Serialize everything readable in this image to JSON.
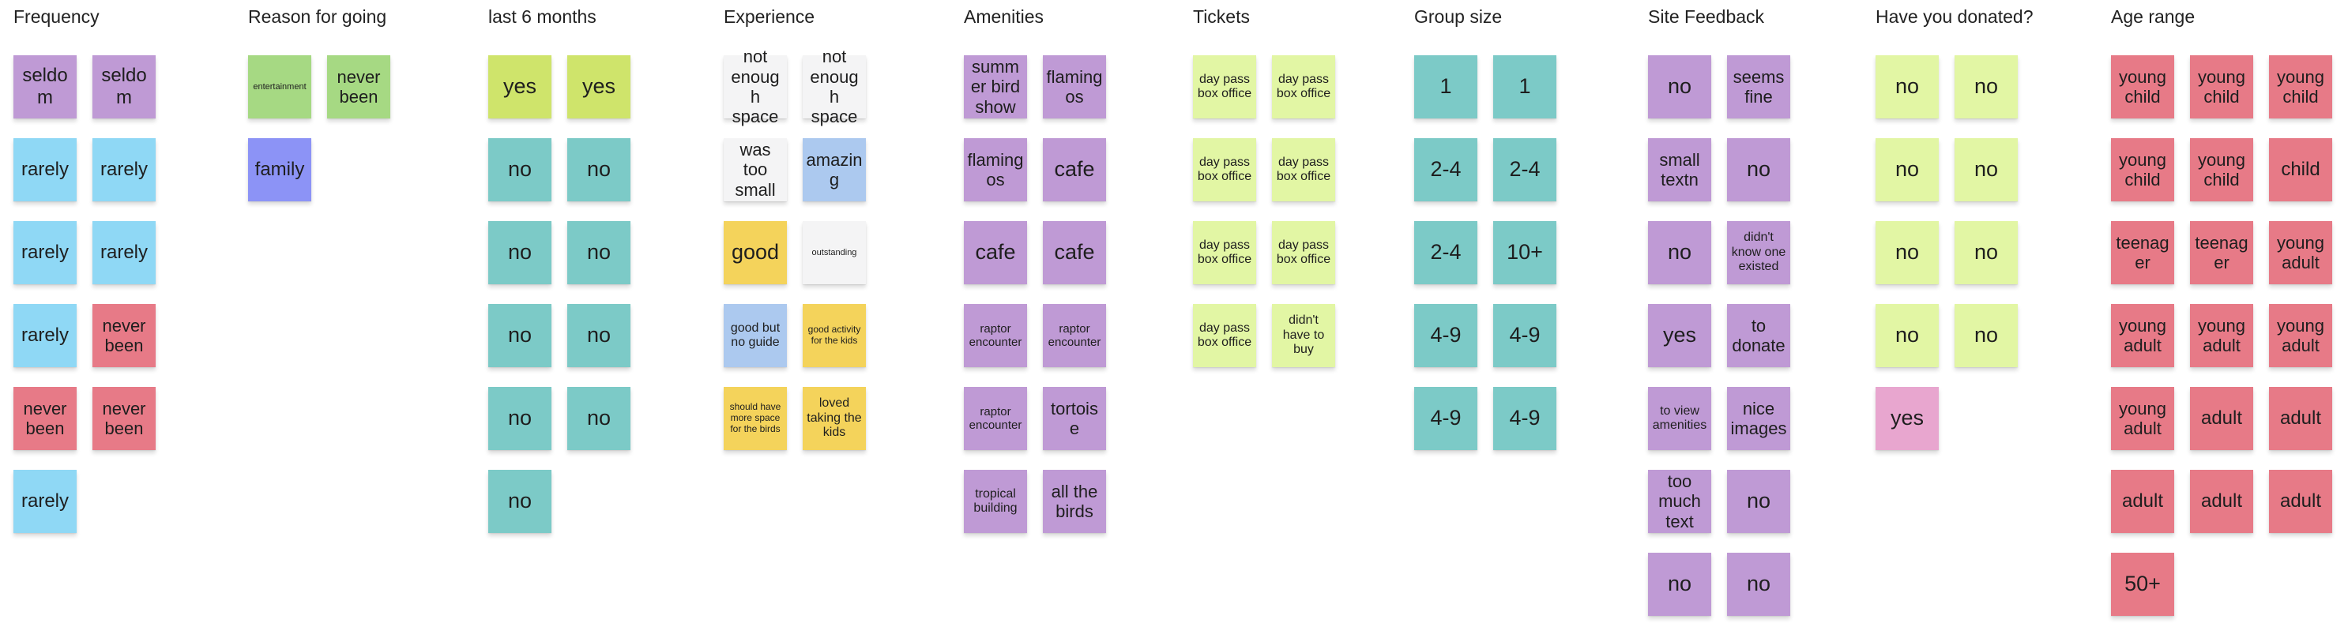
{
  "board": {
    "columns": [
      {
        "header": "Frequency",
        "notes": [
          {
            "text": "seldom",
            "color": "purple"
          },
          {
            "text": "seldom",
            "color": "purple"
          },
          {
            "text": "rarely",
            "color": "blue"
          },
          {
            "text": "rarely",
            "color": "blue"
          },
          {
            "text": "rarely",
            "color": "blue"
          },
          {
            "text": "rarely",
            "color": "blue"
          },
          {
            "text": "rarely",
            "color": "blue"
          },
          {
            "text": "never been",
            "color": "red"
          },
          {
            "text": "never been",
            "color": "red"
          },
          {
            "text": "never been",
            "color": "red"
          },
          {
            "text": "rarely",
            "color": "blue"
          }
        ]
      },
      {
        "header": "Reason for going",
        "notes": [
          {
            "text": "entertainment",
            "color": "green"
          },
          {
            "text": "never been",
            "color": "green"
          },
          {
            "text": "family",
            "color": "indigo"
          }
        ]
      },
      {
        "header": "last 6 months",
        "notes": [
          {
            "text": "yes",
            "color": "lime"
          },
          {
            "text": "yes",
            "color": "lime"
          },
          {
            "text": "no",
            "color": "teal"
          },
          {
            "text": "no",
            "color": "teal"
          },
          {
            "text": "no",
            "color": "teal"
          },
          {
            "text": "no",
            "color": "teal"
          },
          {
            "text": "no",
            "color": "teal"
          },
          {
            "text": "no",
            "color": "teal"
          },
          {
            "text": "no",
            "color": "teal"
          },
          {
            "text": "no",
            "color": "teal"
          },
          {
            "text": "no",
            "color": "teal"
          }
        ]
      },
      {
        "header": "Experience",
        "notes": [
          {
            "text": "not enough space",
            "color": "white"
          },
          {
            "text": "not enough space",
            "color": "white"
          },
          {
            "text": "was too small",
            "color": "white"
          },
          {
            "text": "amazing",
            "color": "lblue"
          },
          {
            "text": "good",
            "color": "yellow"
          },
          {
            "text": "outstanding",
            "color": "white"
          },
          {
            "text": "good but no guide",
            "color": "lblue"
          },
          {
            "text": "good activity for the kids",
            "color": "yellow"
          },
          {
            "text": "should have more space for the birds",
            "color": "yellow"
          },
          {
            "text": "loved taking the kids",
            "color": "yellow"
          }
        ]
      },
      {
        "header": "Amenities",
        "notes": [
          {
            "text": "summer bird show",
            "color": "purple"
          },
          {
            "text": "flamingos",
            "color": "purple"
          },
          {
            "text": "flamingos",
            "color": "purple"
          },
          {
            "text": "cafe",
            "color": "purple"
          },
          {
            "text": "cafe",
            "color": "purple"
          },
          {
            "text": "cafe",
            "color": "purple"
          },
          {
            "text": "raptor encounter",
            "color": "purple"
          },
          {
            "text": "raptor encounter",
            "color": "purple"
          },
          {
            "text": "raptor encounter",
            "color": "purple"
          },
          {
            "text": "tortoise",
            "color": "purple"
          },
          {
            "text": "tropical building",
            "color": "purple"
          },
          {
            "text": "all the birds",
            "color": "purple"
          }
        ]
      },
      {
        "header": "Tickets",
        "notes": [
          {
            "text": "day pass box office",
            "color": "lgreen"
          },
          {
            "text": "day pass box office",
            "color": "lgreen"
          },
          {
            "text": "day pass box office",
            "color": "lgreen"
          },
          {
            "text": "day pass box office",
            "color": "lgreen"
          },
          {
            "text": "day pass box office",
            "color": "lgreen"
          },
          {
            "text": "day pass box office",
            "color": "lgreen"
          },
          {
            "text": "day pass box office",
            "color": "lgreen"
          },
          {
            "text": "didn't have to buy",
            "color": "lgreen"
          }
        ]
      },
      {
        "header": "Group size",
        "notes": [
          {
            "text": "1",
            "color": "teal"
          },
          {
            "text": "1",
            "color": "teal"
          },
          {
            "text": "2-4",
            "color": "teal"
          },
          {
            "text": "2-4",
            "color": "teal"
          },
          {
            "text": "2-4",
            "color": "teal"
          },
          {
            "text": "10+",
            "color": "teal"
          },
          {
            "text": "4-9",
            "color": "teal"
          },
          {
            "text": "4-9",
            "color": "teal"
          },
          {
            "text": "4-9",
            "color": "teal"
          },
          {
            "text": "4-9",
            "color": "teal"
          }
        ]
      },
      {
        "header": "Site Feedback",
        "notes": [
          {
            "text": "no",
            "color": "purple"
          },
          {
            "text": "seems fine",
            "color": "purple"
          },
          {
            "text": "small textn",
            "color": "purple"
          },
          {
            "text": "no",
            "color": "purple"
          },
          {
            "text": "no",
            "color": "purple"
          },
          {
            "text": "didn't know one existed",
            "color": "purple"
          },
          {
            "text": "yes",
            "color": "purple"
          },
          {
            "text": "to donate",
            "color": "purple"
          },
          {
            "text": "to view amenities",
            "color": "purple"
          },
          {
            "text": "nice images",
            "color": "purple"
          },
          {
            "text": "too much text",
            "color": "purple"
          },
          {
            "text": "no",
            "color": "purple"
          },
          {
            "text": "no",
            "color": "purple"
          },
          {
            "text": "no",
            "color": "purple"
          }
        ]
      },
      {
        "header": "Have you donated?",
        "notes": [
          {
            "text": "no",
            "color": "lgreen"
          },
          {
            "text": "no",
            "color": "lgreen"
          },
          {
            "text": "no",
            "color": "lgreen"
          },
          {
            "text": "no",
            "color": "lgreen"
          },
          {
            "text": "no",
            "color": "lgreen"
          },
          {
            "text": "no",
            "color": "lgreen"
          },
          {
            "text": "no",
            "color": "lgreen"
          },
          {
            "text": "no",
            "color": "lgreen"
          },
          {
            "text": "yes",
            "color": "pink"
          }
        ]
      },
      {
        "header": "Age range",
        "notes": [
          {
            "text": "young child",
            "color": "red"
          },
          {
            "text": "young child",
            "color": "red"
          },
          {
            "text": "young child",
            "color": "red"
          },
          {
            "text": "young child",
            "color": "red"
          },
          {
            "text": "young child",
            "color": "red"
          },
          {
            "text": "child",
            "color": "red"
          },
          {
            "text": "teenager",
            "color": "red"
          },
          {
            "text": "teenager",
            "color": "red"
          },
          {
            "text": "young adult",
            "color": "red"
          },
          {
            "text": "young adult",
            "color": "red"
          },
          {
            "text": "young adult",
            "color": "red"
          },
          {
            "text": "young adult",
            "color": "red"
          },
          {
            "text": "young adult",
            "color": "red"
          },
          {
            "text": "adult",
            "color": "red"
          },
          {
            "text": "adult",
            "color": "red"
          },
          {
            "text": "adult",
            "color": "red"
          },
          {
            "text": "adult",
            "color": "red"
          },
          {
            "text": "adult",
            "color": "red"
          },
          {
            "text": "50+",
            "color": "red"
          }
        ]
      }
    ]
  }
}
